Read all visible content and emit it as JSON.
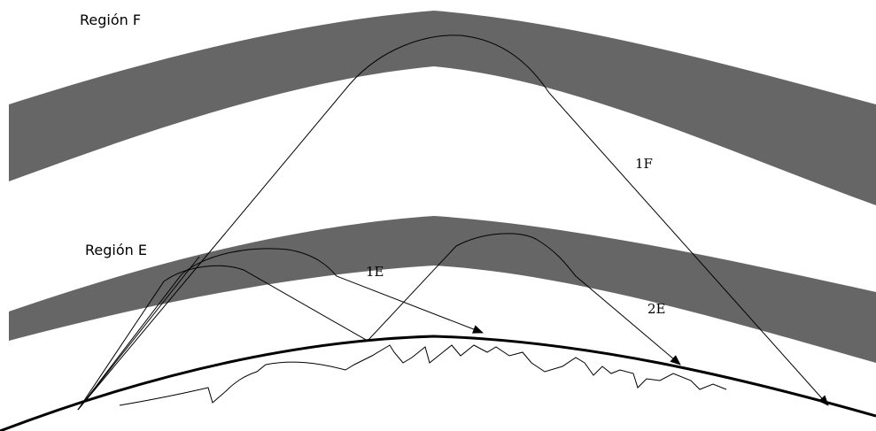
{
  "regions": {
    "f_label": "Región F",
    "e_label": "Región E"
  },
  "paths": {
    "one_f": "1F",
    "one_e": "1E",
    "two_e": "2E"
  },
  "colors": {
    "layer": "#666666",
    "line": "#000000",
    "background": "#ffffff"
  }
}
